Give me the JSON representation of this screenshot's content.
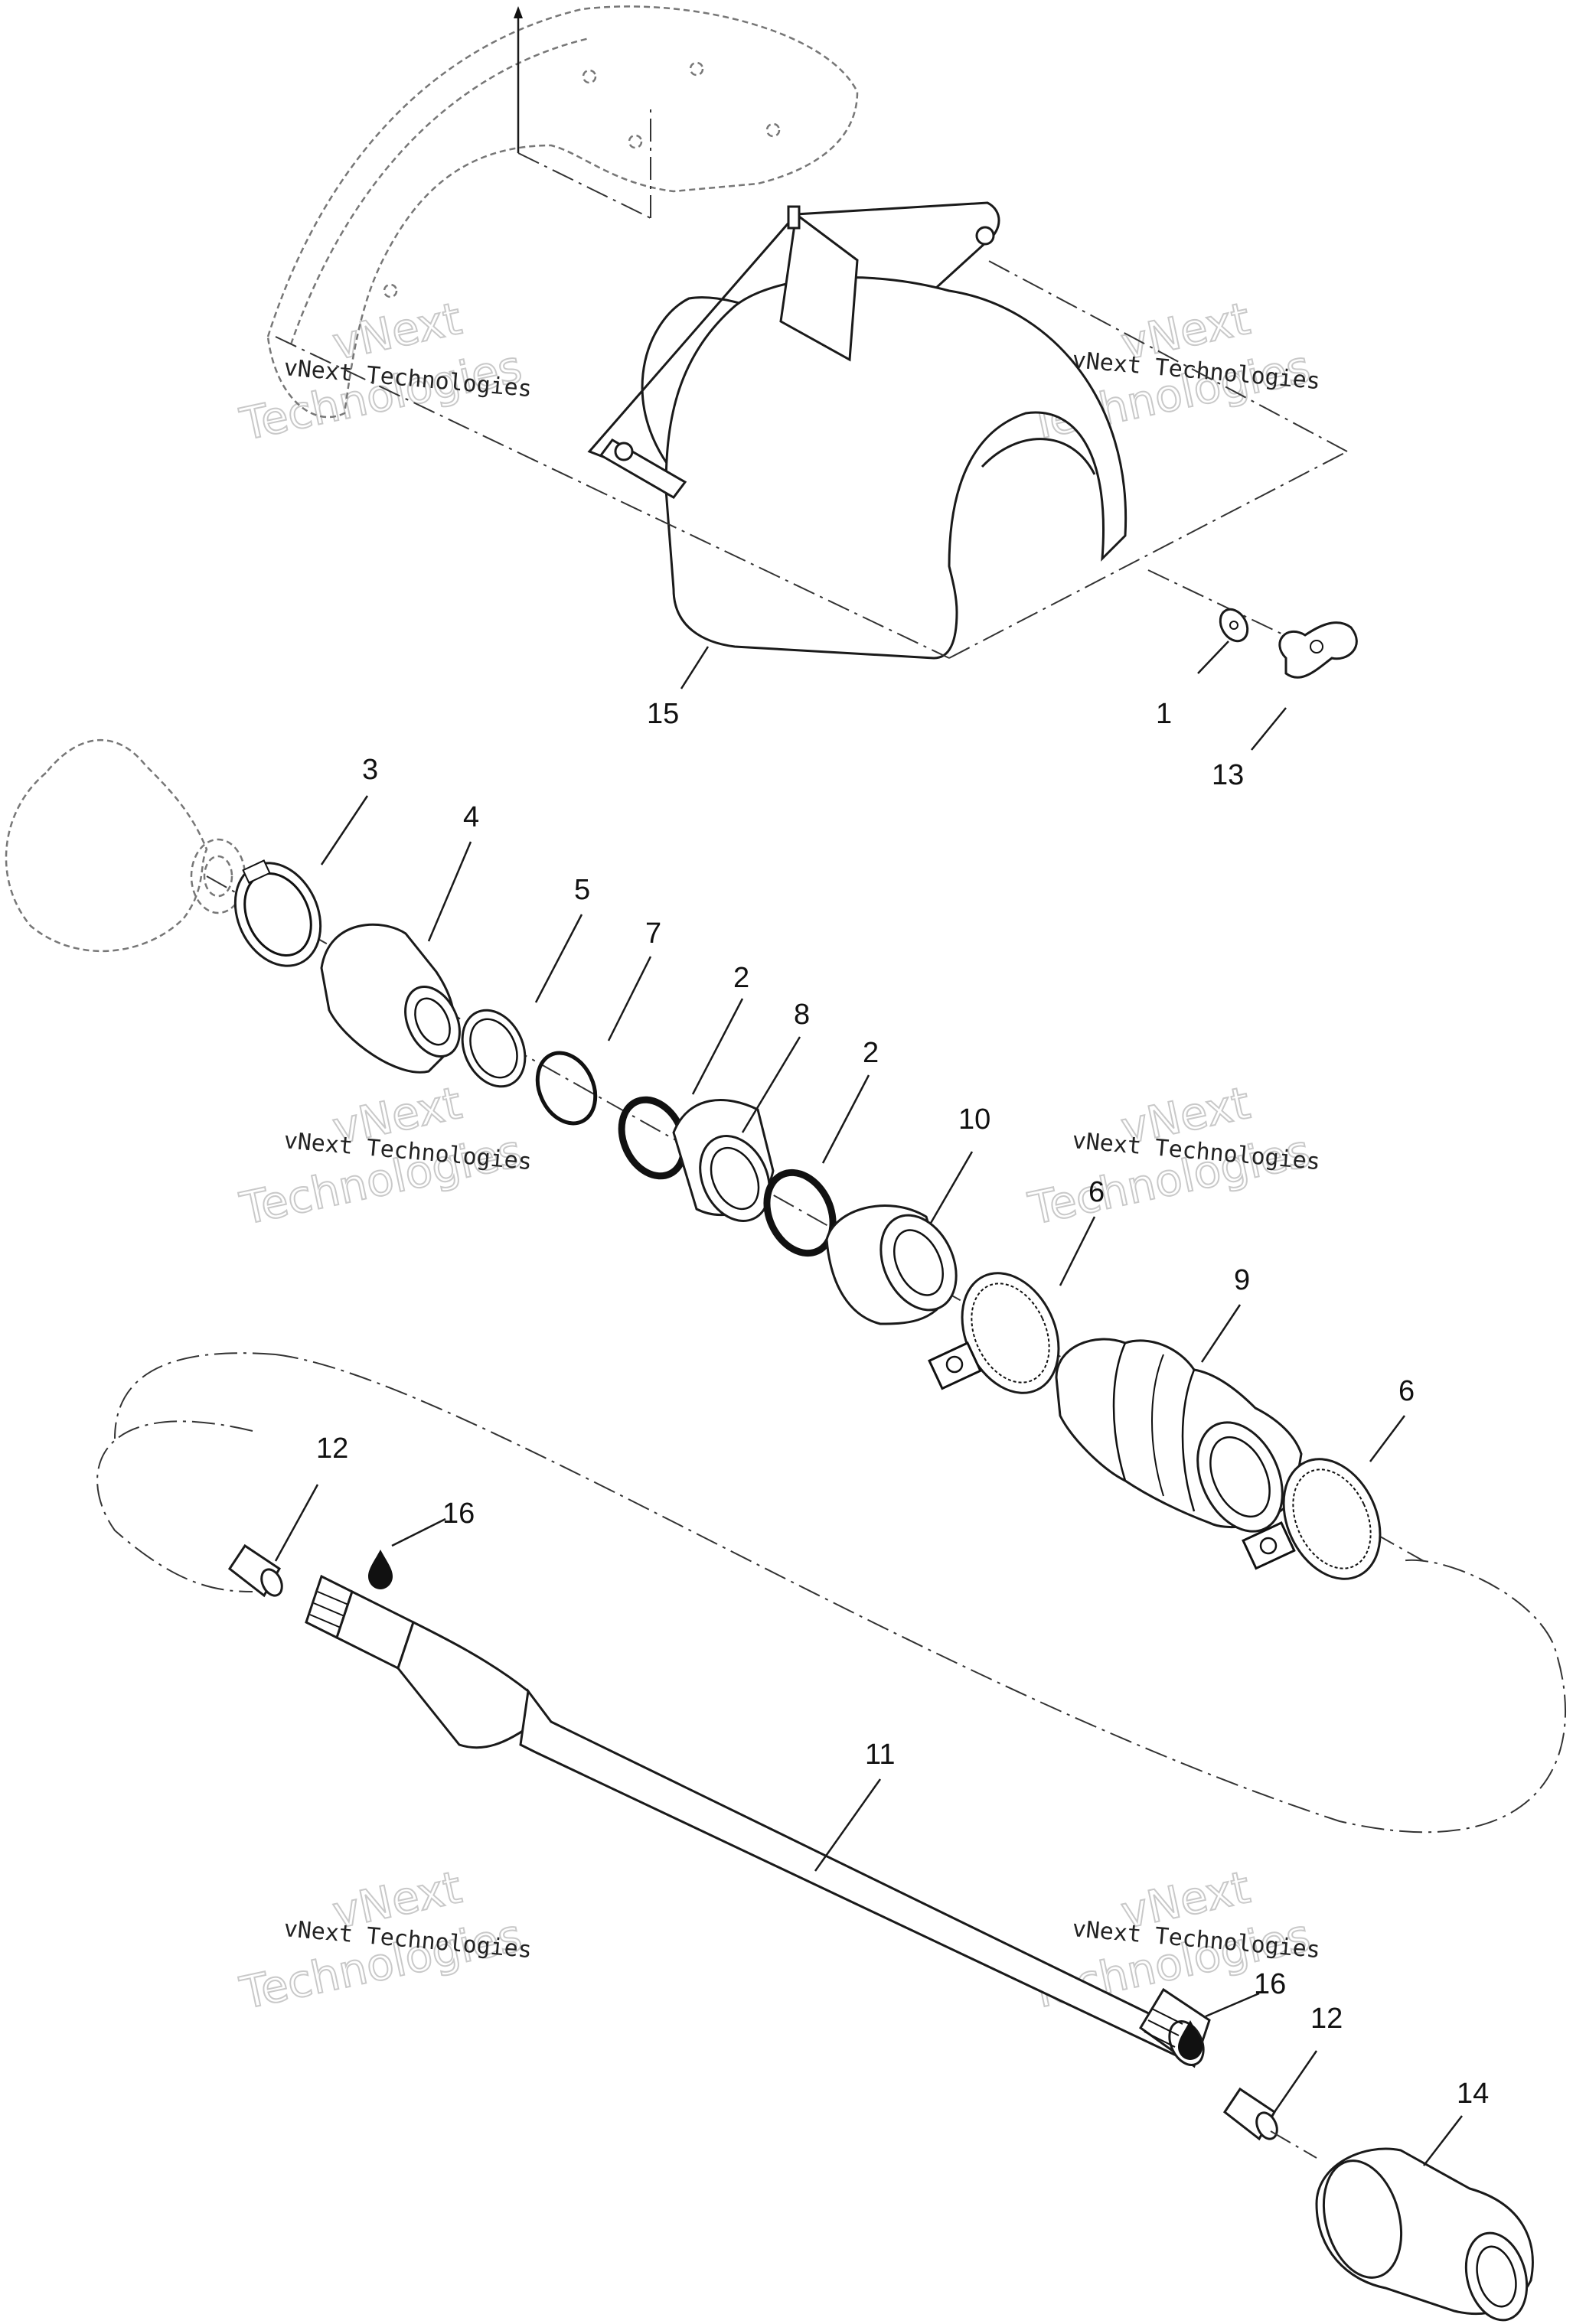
{
  "watermarks": [
    {
      "small": "vNext Technologies",
      "big": "Technologies",
      "small2": "vNext"
    },
    {
      "small": "vNext Technologies",
      "big": "Technologies",
      "small2": "vNext"
    },
    {
      "small": "vNext Technologies",
      "big": "Technologies",
      "small2": "vNext"
    },
    {
      "small": "vNext Technologies",
      "big": "Technologies",
      "small2": "vNext"
    },
    {
      "small": "vNext Technologies",
      "big": "Technologies",
      "small2": "vNext"
    },
    {
      "small": "vNext Technologies",
      "big": "Technologies",
      "small2": "vNext"
    }
  ],
  "callouts": {
    "c1": "1",
    "c2a": "2",
    "c2b": "2",
    "c3": "3",
    "c4": "4",
    "c5": "5",
    "c6a": "6",
    "c6b": "6",
    "c7": "7",
    "c8": "8",
    "c9": "9",
    "c10": "10",
    "c11": "11",
    "c12a": "12",
    "c12b": "12",
    "c13": "13",
    "c14": "14",
    "c15": "15",
    "c16a": "16",
    "c16b": "16"
  },
  "icons": {
    "lubricant": "oil-drop-icon"
  }
}
